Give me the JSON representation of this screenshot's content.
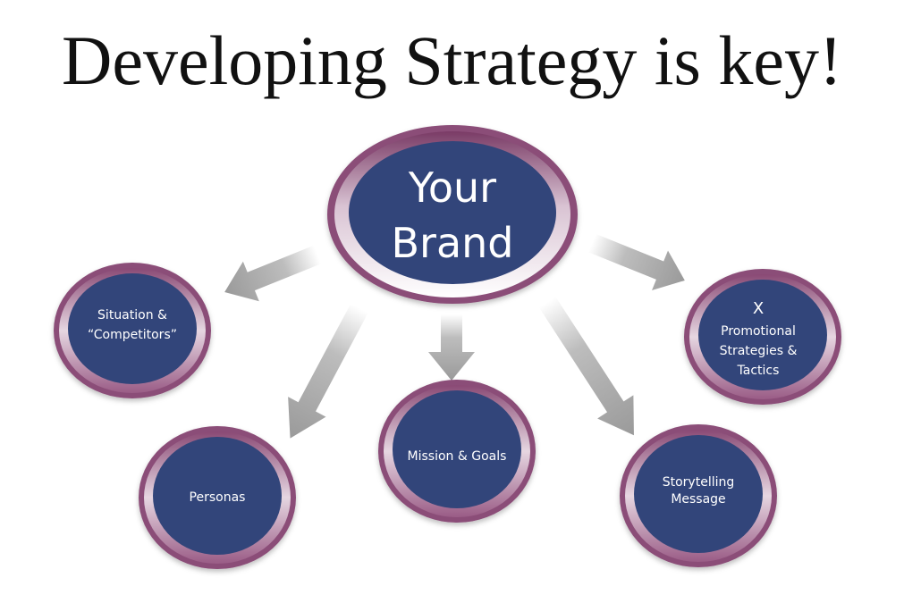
{
  "title": "Developing Strategy is key!",
  "center_node": {
    "label_lines": [
      "Your",
      "Brand"
    ]
  },
  "nodes": [
    {
      "key": "situation",
      "label_lines": [
        "Situation &",
        "“Competitors”"
      ]
    },
    {
      "key": "personas",
      "label_lines": [
        "Personas"
      ]
    },
    {
      "key": "mission",
      "label_lines": [
        "Mission & Goals"
      ]
    },
    {
      "key": "storytelling",
      "label_lines": [
        "Storytelling",
        "Message"
      ]
    },
    {
      "key": "promotional",
      "label_lines": [
        "X",
        "Promotional",
        "Strategies &",
        "Tactics"
      ]
    }
  ],
  "colors": {
    "node_fill": "#33457a",
    "ring_outer": "#7a3b66",
    "ring_inner": "#f4eef3",
    "arrow": "#a6a6a6",
    "text": "#ffffff",
    "title": "#111111"
  }
}
